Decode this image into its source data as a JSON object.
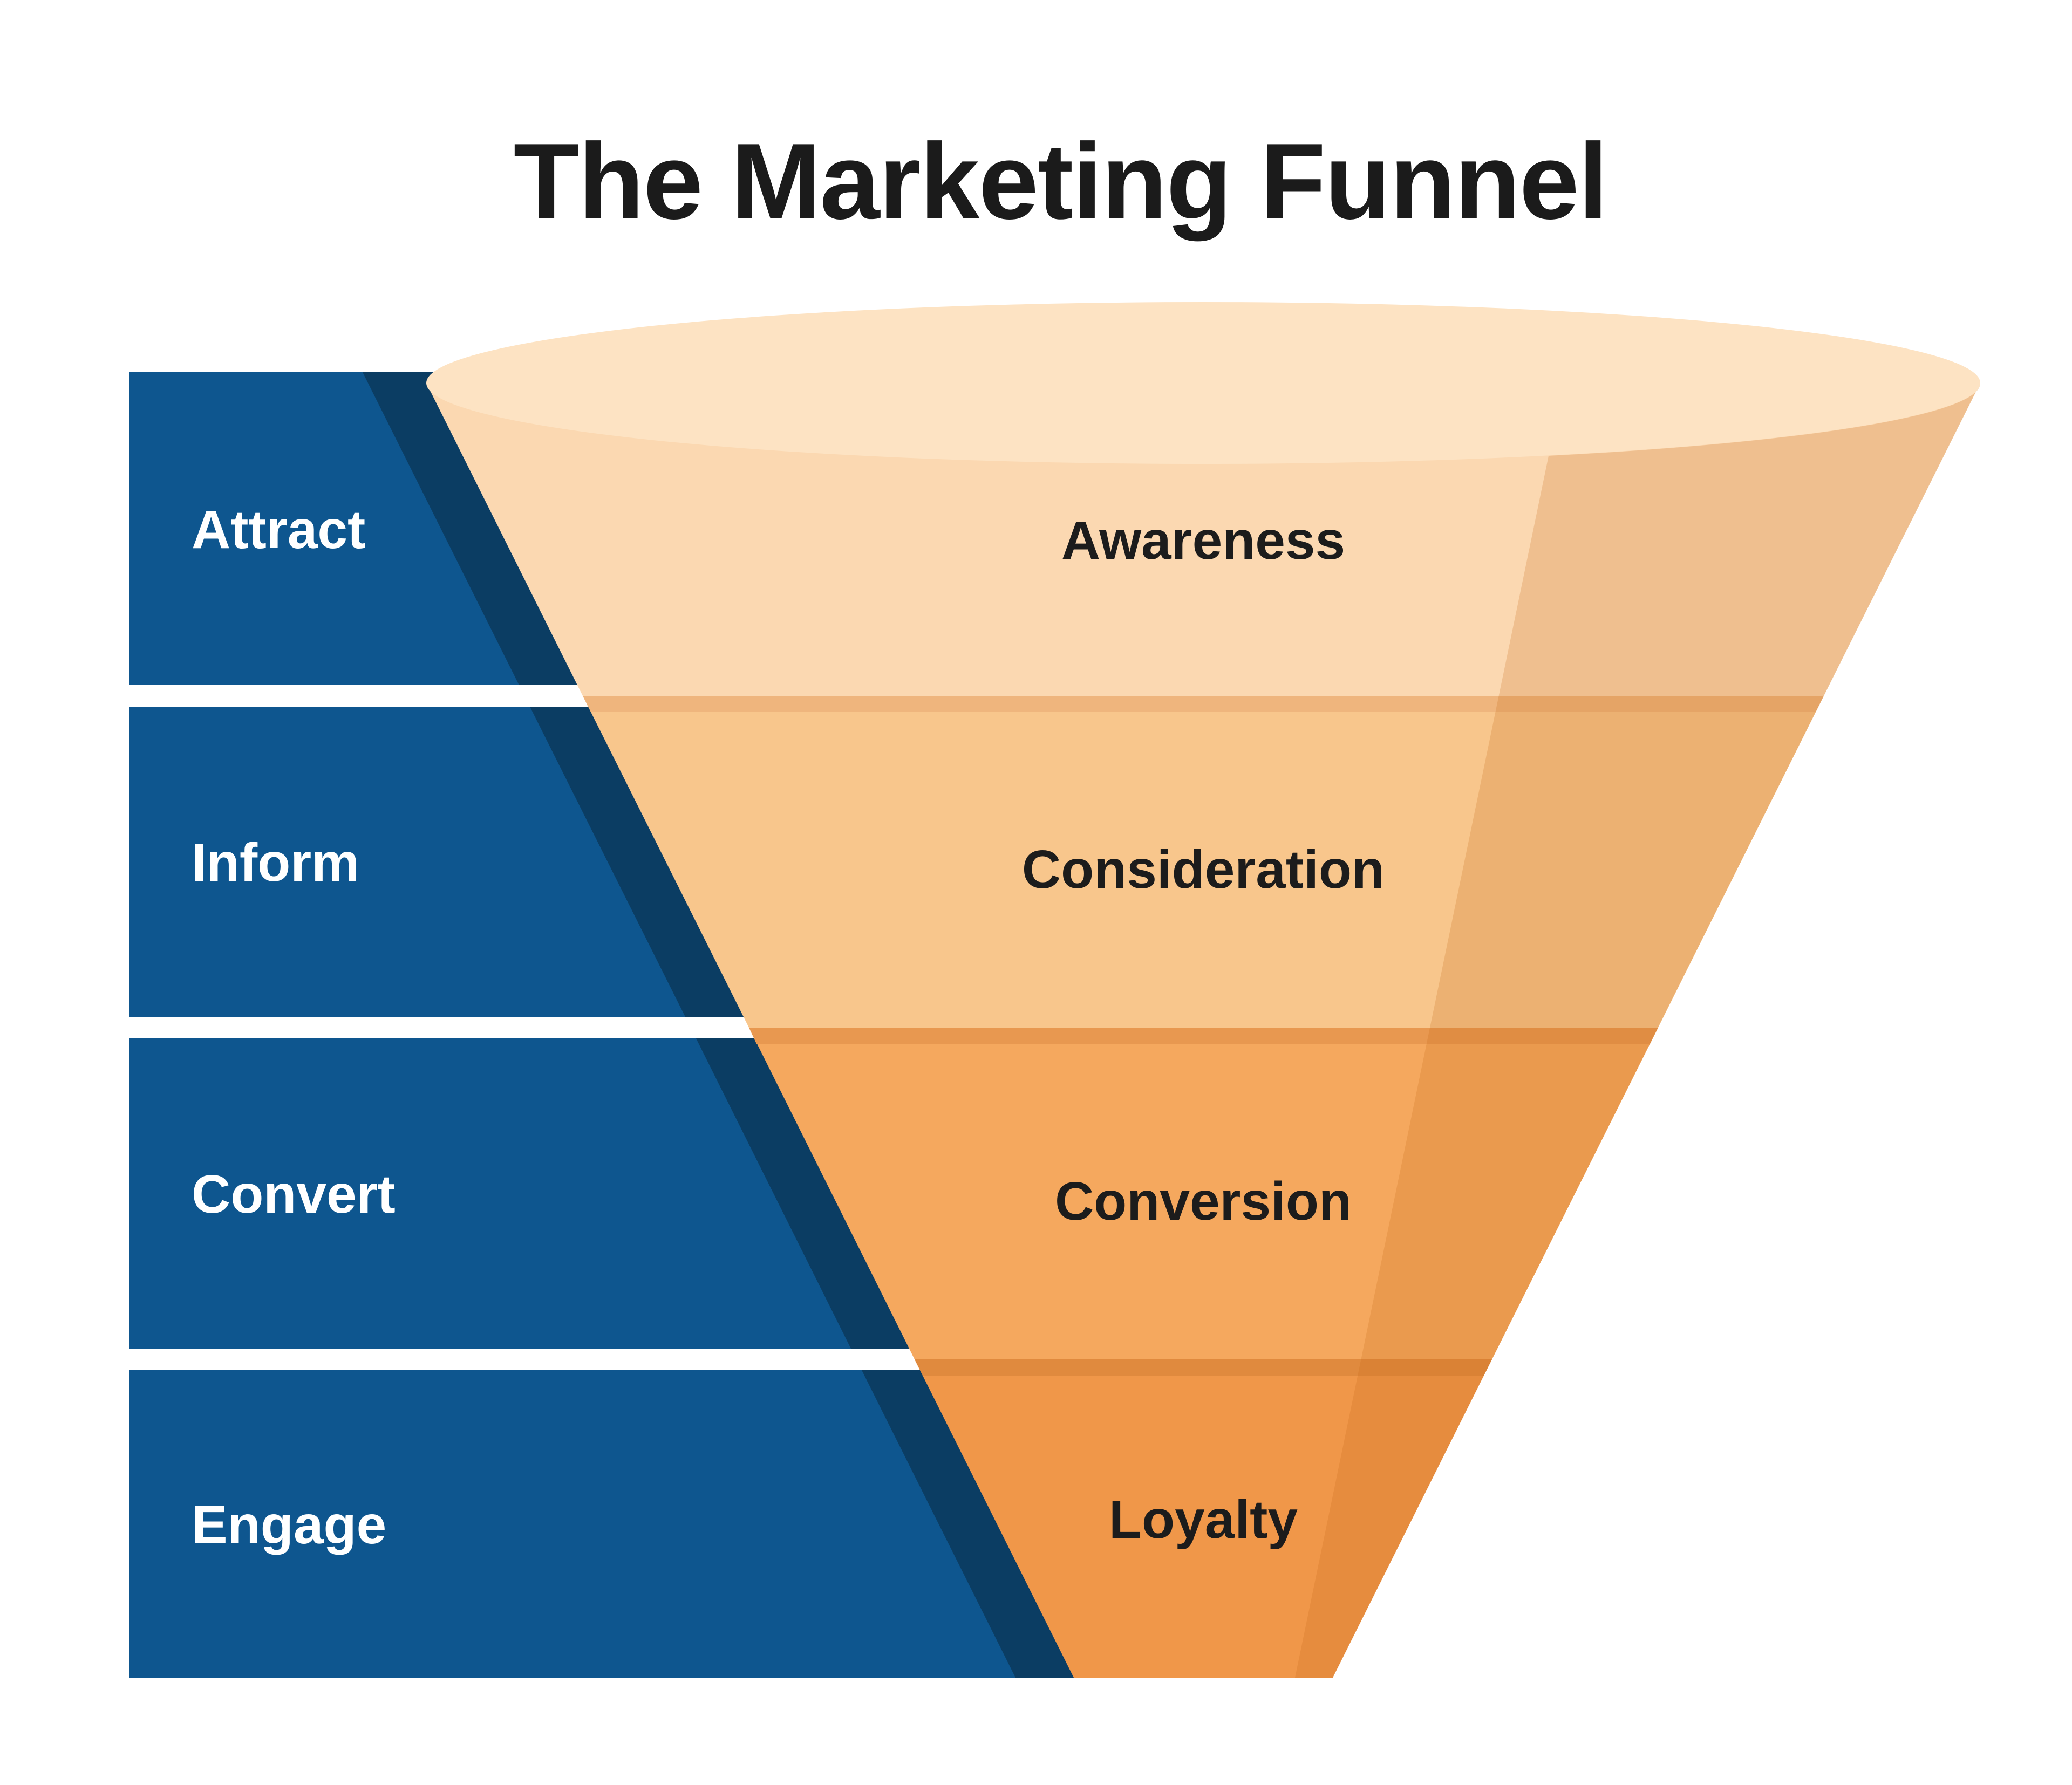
{
  "title": {
    "text": "The Marketing Funnel"
  },
  "bands": [
    {
      "label": "Attract"
    },
    {
      "label": "Inform"
    },
    {
      "label": "Convert"
    },
    {
      "label": "Engage"
    }
  ],
  "stages": [
    {
      "label": "Awareness"
    },
    {
      "label": "Consideration"
    },
    {
      "label": "Conversion"
    },
    {
      "label": "Loyalty"
    }
  ],
  "colors": {
    "background": "#FFFFFF",
    "title_text": "#1B1B1B",
    "band_fill": "#0E568F",
    "band_shadow": "#0B3D63",
    "band_label_text": "#FFFFFF",
    "funnel_top": "#FDE3C3",
    "stage_awareness": "#FBD8B1",
    "stage_consideration": "#F8C68C",
    "stage_conversion": "#F5A85E",
    "stage_loyalty": "#F09749",
    "lip_consideration": "#EFB57D",
    "lip_conversion": "#E89850",
    "lip_loyalty": "#E08A3E",
    "side_shade": "rgba(196,103,23,0.22)",
    "stage_label_text": "#1C1C1C"
  }
}
